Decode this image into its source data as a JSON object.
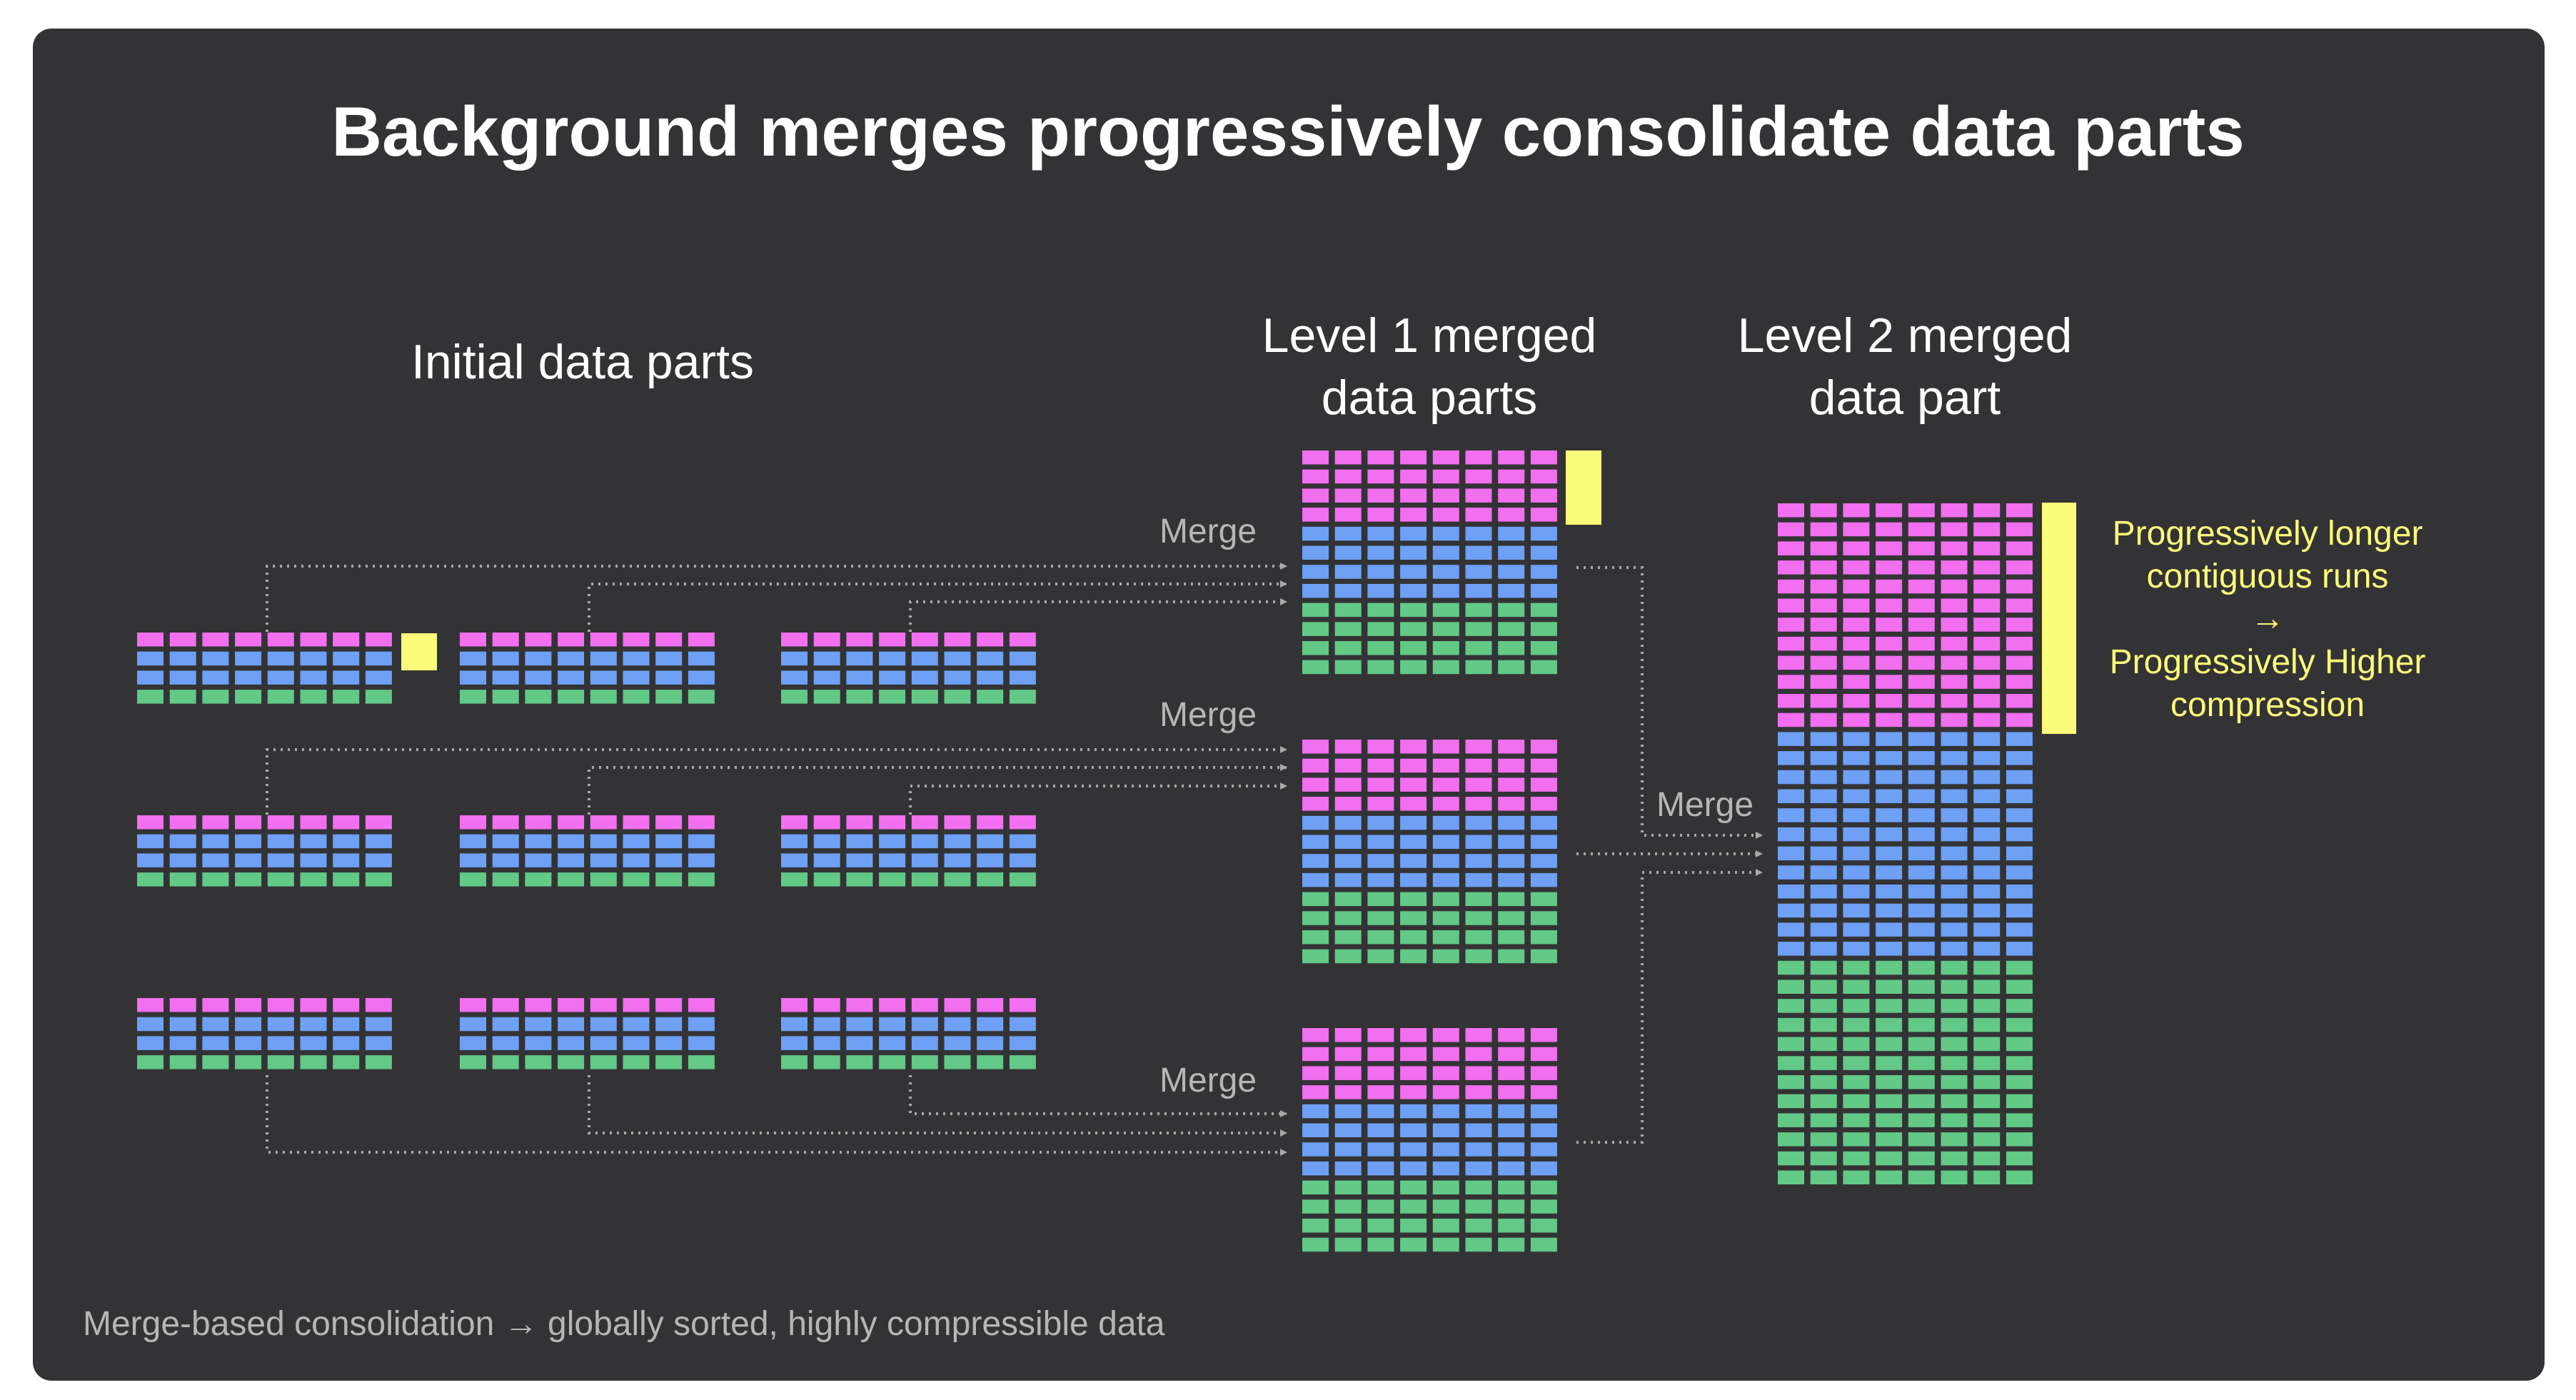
{
  "title": "Background merges progressively consolidate data parts",
  "labels": {
    "initial": "Initial data parts",
    "level1_line1": "Level 1 merged",
    "level1_line2": "data parts",
    "level2_line1": "Level 2 merged",
    "level2_line2": "data part",
    "merge": "Merge"
  },
  "annotation": {
    "line1": "Progressively longer",
    "line2": "contiguous runs",
    "arrow": "→",
    "line3": "Progressively Higher",
    "line4": "compression"
  },
  "footer": "Merge-based consolidation → globally sorted, highly compressible data",
  "colors": {
    "panel": "#333335",
    "pink": "#f26ff0",
    "blue": "#6ea0f5",
    "green": "#62c987",
    "yellow": "#fbfb7a",
    "text": "#ffffff",
    "muted": "#b6b6b6",
    "connector": "#a9a9a9"
  }
}
